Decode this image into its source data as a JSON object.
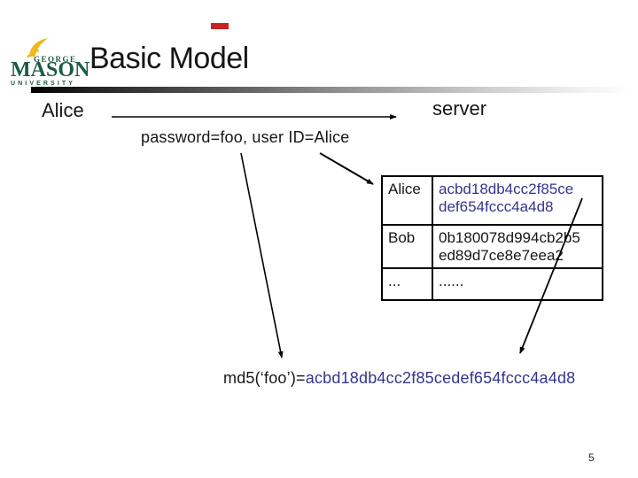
{
  "slide": {
    "title": "Basic Model",
    "page_number": "5"
  },
  "logo": {
    "george": "GEORGE",
    "mason": "MASON",
    "university": "UNIVERSITY"
  },
  "diagram": {
    "sender_label": "Alice",
    "receiver_label": "server",
    "message_text": "password=foo, user ID=Alice",
    "password_table": {
      "rows": [
        {
          "user": "Alice",
          "hash_line1": "acbd18db4cc2f85ce",
          "hash_line2": "def654fccc4a4d8"
        },
        {
          "user": "Bob",
          "hash_line1": "0b180078d994cb2b5",
          "hash_line2": "ed89d7ce8e7eea2"
        },
        {
          "user": "...",
          "hash_line1": "......",
          "hash_line2": ""
        }
      ]
    },
    "md5_equation": {
      "label": "md5(‘foo’)=",
      "hash": "acbd18db4cc2f85cedef654fccc4a4d8"
    }
  },
  "colors": {
    "hash_blue": "#35358e",
    "logo_green": "#1c5c44",
    "logo_gold": "#edb81e",
    "accent_red": "#c82222"
  }
}
